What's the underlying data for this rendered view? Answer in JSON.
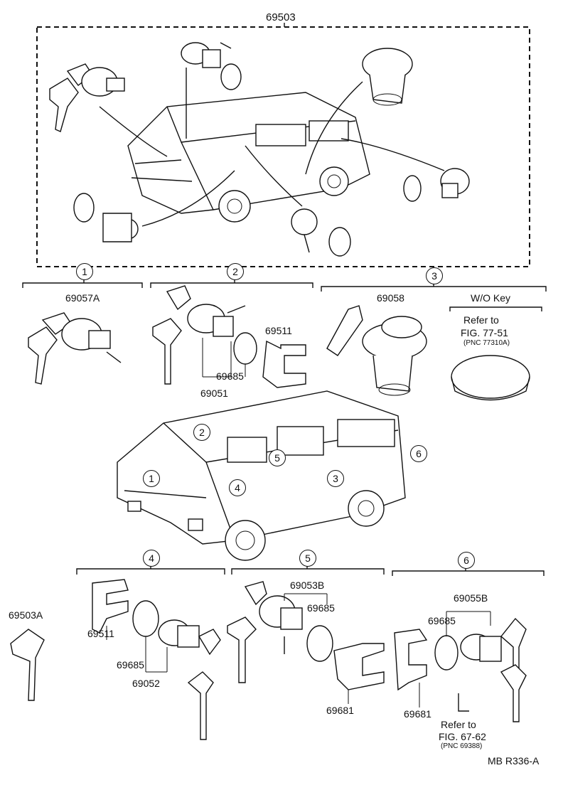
{
  "assembly": {
    "part": "69503"
  },
  "sections": [
    {
      "num": "1",
      "parts": [
        "69057A"
      ]
    },
    {
      "num": "2",
      "parts": [
        "69511",
        "69685",
        "69051"
      ]
    },
    {
      "num": "3",
      "parts": [
        "69058"
      ]
    },
    {
      "num": "4",
      "parts": [
        "69511",
        "69685",
        "69052"
      ]
    },
    {
      "num": "5",
      "parts": [
        "69053B",
        "69685",
        "69681"
      ]
    },
    {
      "num": "6",
      "parts": [
        "69055B",
        "69685",
        "69681"
      ]
    }
  ],
  "wo_key": {
    "title": "W/O Key",
    "refer": "Refer to",
    "fig": "FIG. 77-51",
    "pnc": "(PNC 77310A)"
  },
  "key_part": "69503A",
  "refer_6": {
    "refer": "Refer to",
    "fig": "FIG. 67-62",
    "pnc": "(PNC 69388)"
  },
  "van_markers": [
    "2",
    "5",
    "6",
    "1",
    "4",
    "3"
  ],
  "footer_code": "MB R336-A"
}
